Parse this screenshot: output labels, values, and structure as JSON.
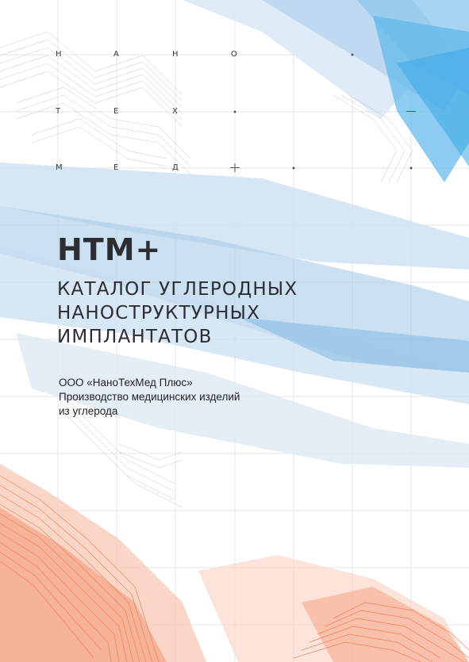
{
  "grid_letters": {
    "row1": [
      "Н",
      "А",
      "Н",
      "О"
    ],
    "row2": [
      "Т",
      "Е",
      "Х"
    ],
    "row3": [
      "М",
      "Е",
      "Д"
    ]
  },
  "brand": "НТМ+",
  "title_lines": [
    "КАТАЛОГ УГЛЕРОДНЫХ",
    "НАНОСТРУКТУРНЫХ",
    "ИМПЛАНТАТОВ"
  ],
  "company_lines": [
    "ООО «НаноТехМед Плюс»",
    "Производство медицинских изделий",
    "из углерода"
  ],
  "colors": {
    "blue_light": "#d6e7f5",
    "blue_mid": "#9fc6e6",
    "blue_bright": "#52b2ea",
    "orange": "#f0754a",
    "orange_light": "#f7b9a0",
    "grid": "#e7e7e7",
    "text_dark": "#2b2d33"
  }
}
